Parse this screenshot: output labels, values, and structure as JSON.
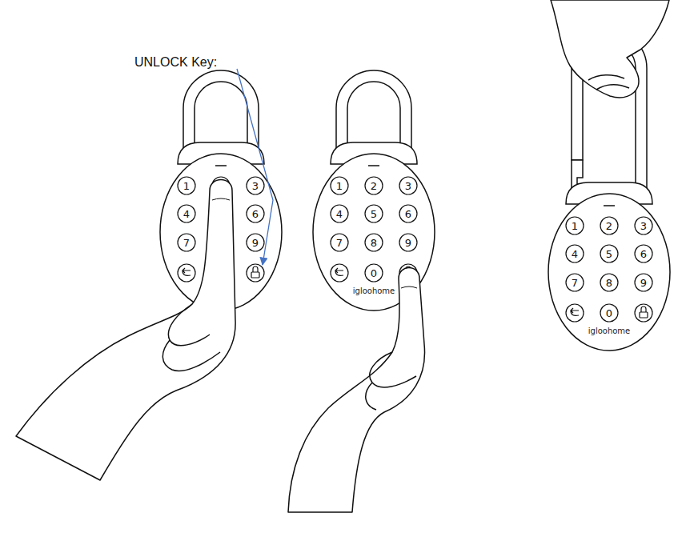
{
  "diagram": {
    "labels": [
      "UNLOCK Key:",
      "1",
      "3",
      "4",
      "6",
      "7",
      "9",
      "1",
      "2",
      "3",
      "4",
      "5",
      "6",
      "7",
      "8",
      "9",
      "0",
      "igloohome",
      "1",
      "2",
      "3",
      "4",
      "5",
      "6",
      "7",
      "8",
      "9",
      "0",
      "igloohome"
    ]
  }
}
